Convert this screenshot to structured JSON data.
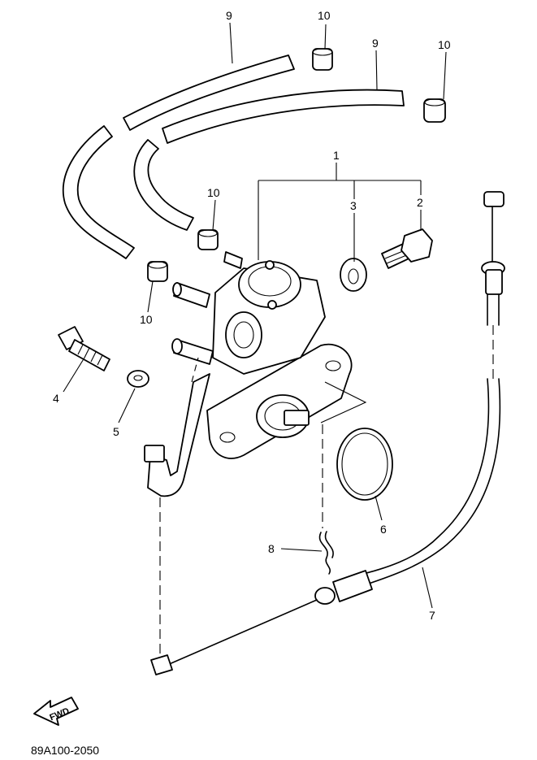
{
  "diagram": {
    "callouts": {
      "c1": "1",
      "c2": "2",
      "c3": "3",
      "c4": "4",
      "c5": "5",
      "c6": "6",
      "c7": "7",
      "c8": "8",
      "c9a": "9",
      "c9b": "9",
      "c10a": "10",
      "c10b": "10",
      "c10c": "10",
      "c10d": "10"
    },
    "fwd_label": "FWD",
    "drawing_code": "89A100-2050"
  }
}
